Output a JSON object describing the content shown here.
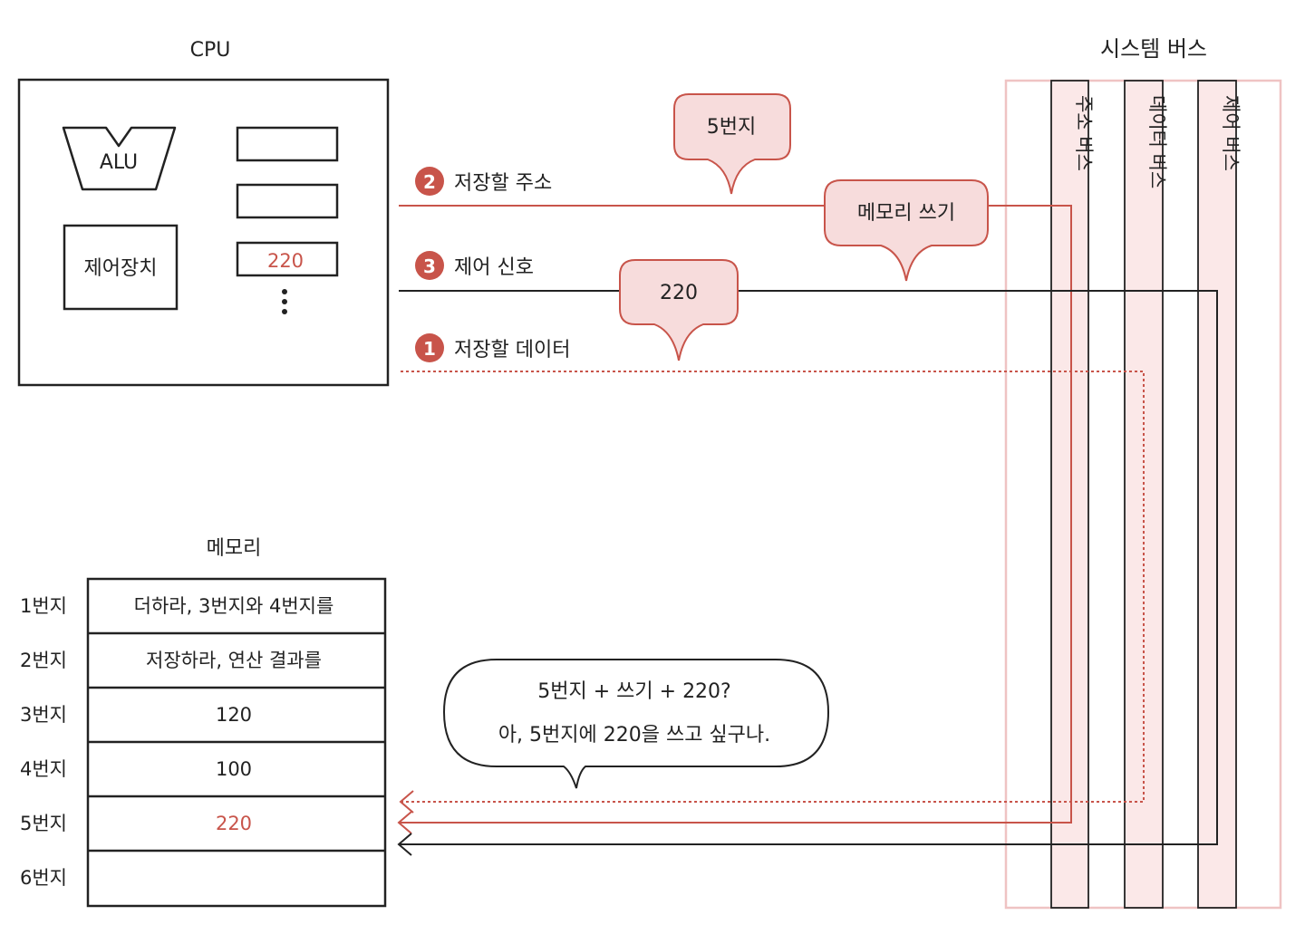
{
  "cpu": {
    "title": "CPU",
    "alu_label": "ALU",
    "control_unit_label": "제어장치",
    "register_value": "220",
    "ellipsis": "⋮"
  },
  "memory": {
    "title": "메모리",
    "rows": [
      {
        "address": "1번지",
        "content": "더하라, 3번지와 4번지를",
        "highlight": false
      },
      {
        "address": "2번지",
        "content": "저장하라, 연산 결과를",
        "highlight": false
      },
      {
        "address": "3번지",
        "content": "120",
        "highlight": false
      },
      {
        "address": "4번지",
        "content": "100",
        "highlight": false
      },
      {
        "address": "5번지",
        "content": "220",
        "highlight": true
      },
      {
        "address": "6번지",
        "content": "",
        "highlight": false
      }
    ]
  },
  "system_bus": {
    "title": "시스템 버스",
    "buses": [
      "주소 버스",
      "데이터 버스",
      "제어 버스"
    ]
  },
  "signals": {
    "address": {
      "number": "2",
      "label": "저장할 주소",
      "bubble": "5번지"
    },
    "control": {
      "number": "3",
      "label": "제어 신호",
      "bubble": "메모리 쓰기"
    },
    "data": {
      "number": "1",
      "label": "저장할 데이터",
      "bubble": "220"
    }
  },
  "memory_thought": {
    "line1": "5번지 + 쓰기 + 220?",
    "line2": "아, 5번지에 220을 쓰고 싶구나."
  },
  "colors": {
    "accent": "#c8544a",
    "bubble_fill": "#f7dcdc",
    "bus_fill": "#fbe8e8",
    "line": "#222222"
  }
}
